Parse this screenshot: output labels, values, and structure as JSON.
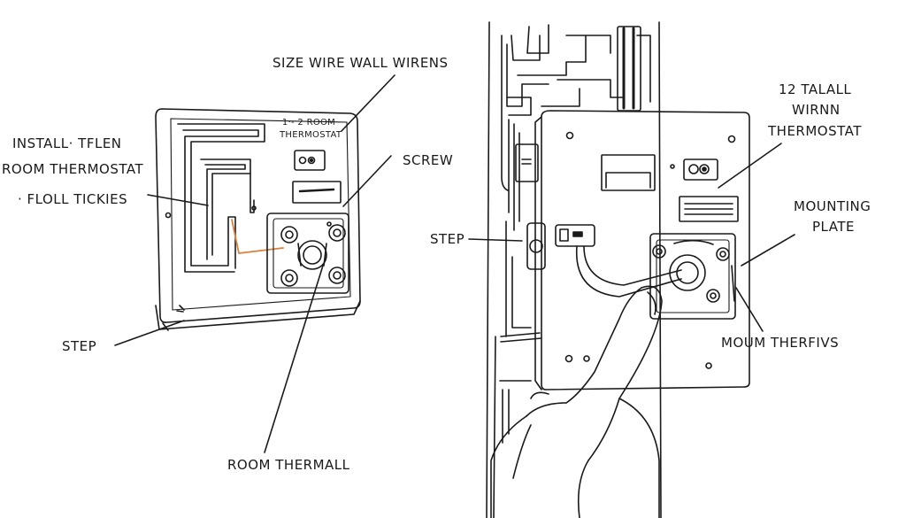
{
  "labels": {
    "top_left_callout": "SIZE WIRE WALL WIRENS",
    "left_title_line1": "INSTALL· TFLEN",
    "left_title_line2": "ROOM THERMOSTAT",
    "left_title_line3": "· FLOLL TICKIES",
    "plate_label_line1": "1·- 2 ROOM",
    "plate_label_line2": "THERMOSTAT",
    "screw": "SCREW",
    "step_left": "STEP",
    "room_thermall": "ROOM THERMALL",
    "step_right": "STEP",
    "right_top_line1": "12 TALALL",
    "right_top_line2": "WIRNN",
    "right_top_line3": "THERMOSTAT",
    "mounting_line1": "MOUNTING",
    "mounting_line2": "PLATE",
    "moum": "MOUM THERFIVS"
  },
  "colors": {
    "ink": "#1a1a1a",
    "wire_accent": "#d9823b",
    "background": "#ffffff"
  }
}
